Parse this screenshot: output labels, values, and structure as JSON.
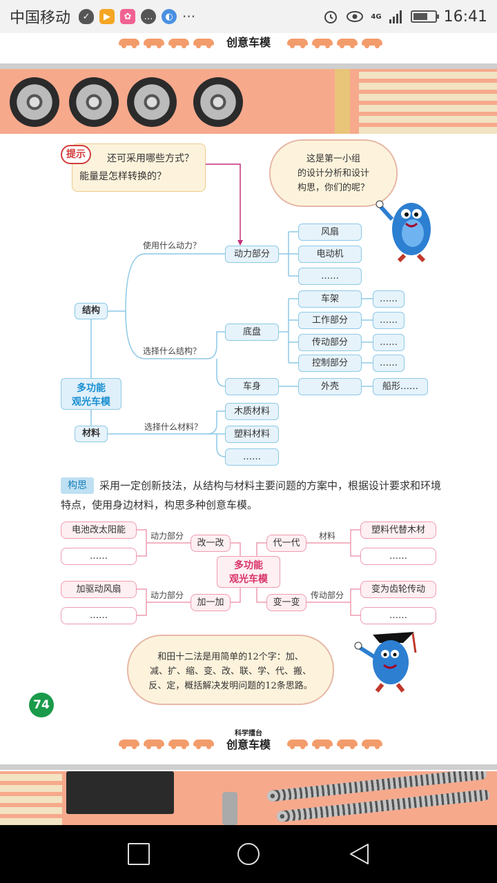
{
  "status_bar": {
    "carrier": "中国移动",
    "time": "16:41",
    "network": "4G",
    "icons": [
      "shield-icon",
      "video-app-icon",
      "gift-app-icon",
      "chat-icon",
      "browser-icon",
      "more-icon",
      "alarm-icon",
      "eye-icon",
      "signal-icon",
      "battery-icon"
    ],
    "more": "···"
  },
  "page_top": {
    "title": "创意车模"
  },
  "hint": {
    "badge": "提示",
    "line1": "还可采用哪些方式？",
    "line2": "能量是怎样转换的？"
  },
  "cloud_top": {
    "lines": [
      "这是第一小组",
      "的设计分析和设计",
      "构思，你们的呢？"
    ]
  },
  "analysis": {
    "core": [
      "多功能",
      "观光车模"
    ],
    "structure": "结构",
    "material": "材料",
    "q_power": "使用什么动力？",
    "q_structure": "选择什么结构？",
    "q_material": "选择什么材料？",
    "power_part": "动力部分",
    "power_options": [
      "风扇",
      "电动机",
      "……"
    ],
    "chassis": "底盘",
    "chassis_parts": [
      "车架",
      "工作部分",
      "传动部分",
      "控制部分"
    ],
    "chassis_details": [
      "……",
      "……",
      "……",
      "……"
    ],
    "body": "车身",
    "body_part": "外壳",
    "body_detail": "船形……",
    "materials": [
      "木质材料",
      "塑料材料",
      "……"
    ]
  },
  "idea": {
    "tag": "构思",
    "text": "采用一定创新技法，从结构与材料主要问题的方案中，根据设计要求和环境特点，使用身边材料，构思多种创意车模。"
  },
  "idea_map": {
    "core": [
      "多功能",
      "观光车模"
    ],
    "change": "改一改",
    "replace": "代一代",
    "add": "加一加",
    "transform": "变一变",
    "label_power1": "动力部分",
    "label_material": "材料",
    "label_power2": "动力部分",
    "label_transmission": "传动部分",
    "tl1": "电池改太阳能",
    "tl2": "……",
    "tr1": "塑料代替木材",
    "tr2": "……",
    "bl1": "加驱动风扇",
    "bl2": "……",
    "br1": "变为齿轮传动",
    "br2": "……"
  },
  "cloud_bottom": {
    "lines": [
      "和田十二法是用简单的12个字：加、",
      "减、扩、缩、变、改、联、学、代、搬、",
      "反、定，概括解决发明问题的12条思路。"
    ]
  },
  "page_number": "74",
  "page_bottom": {
    "subtitle": "科学擂台",
    "title": "创意车模"
  },
  "colors": {
    "accent_blue": "#1a8fd1",
    "accent_pink": "#d8336a",
    "page_badge": "#1a9a4a"
  }
}
